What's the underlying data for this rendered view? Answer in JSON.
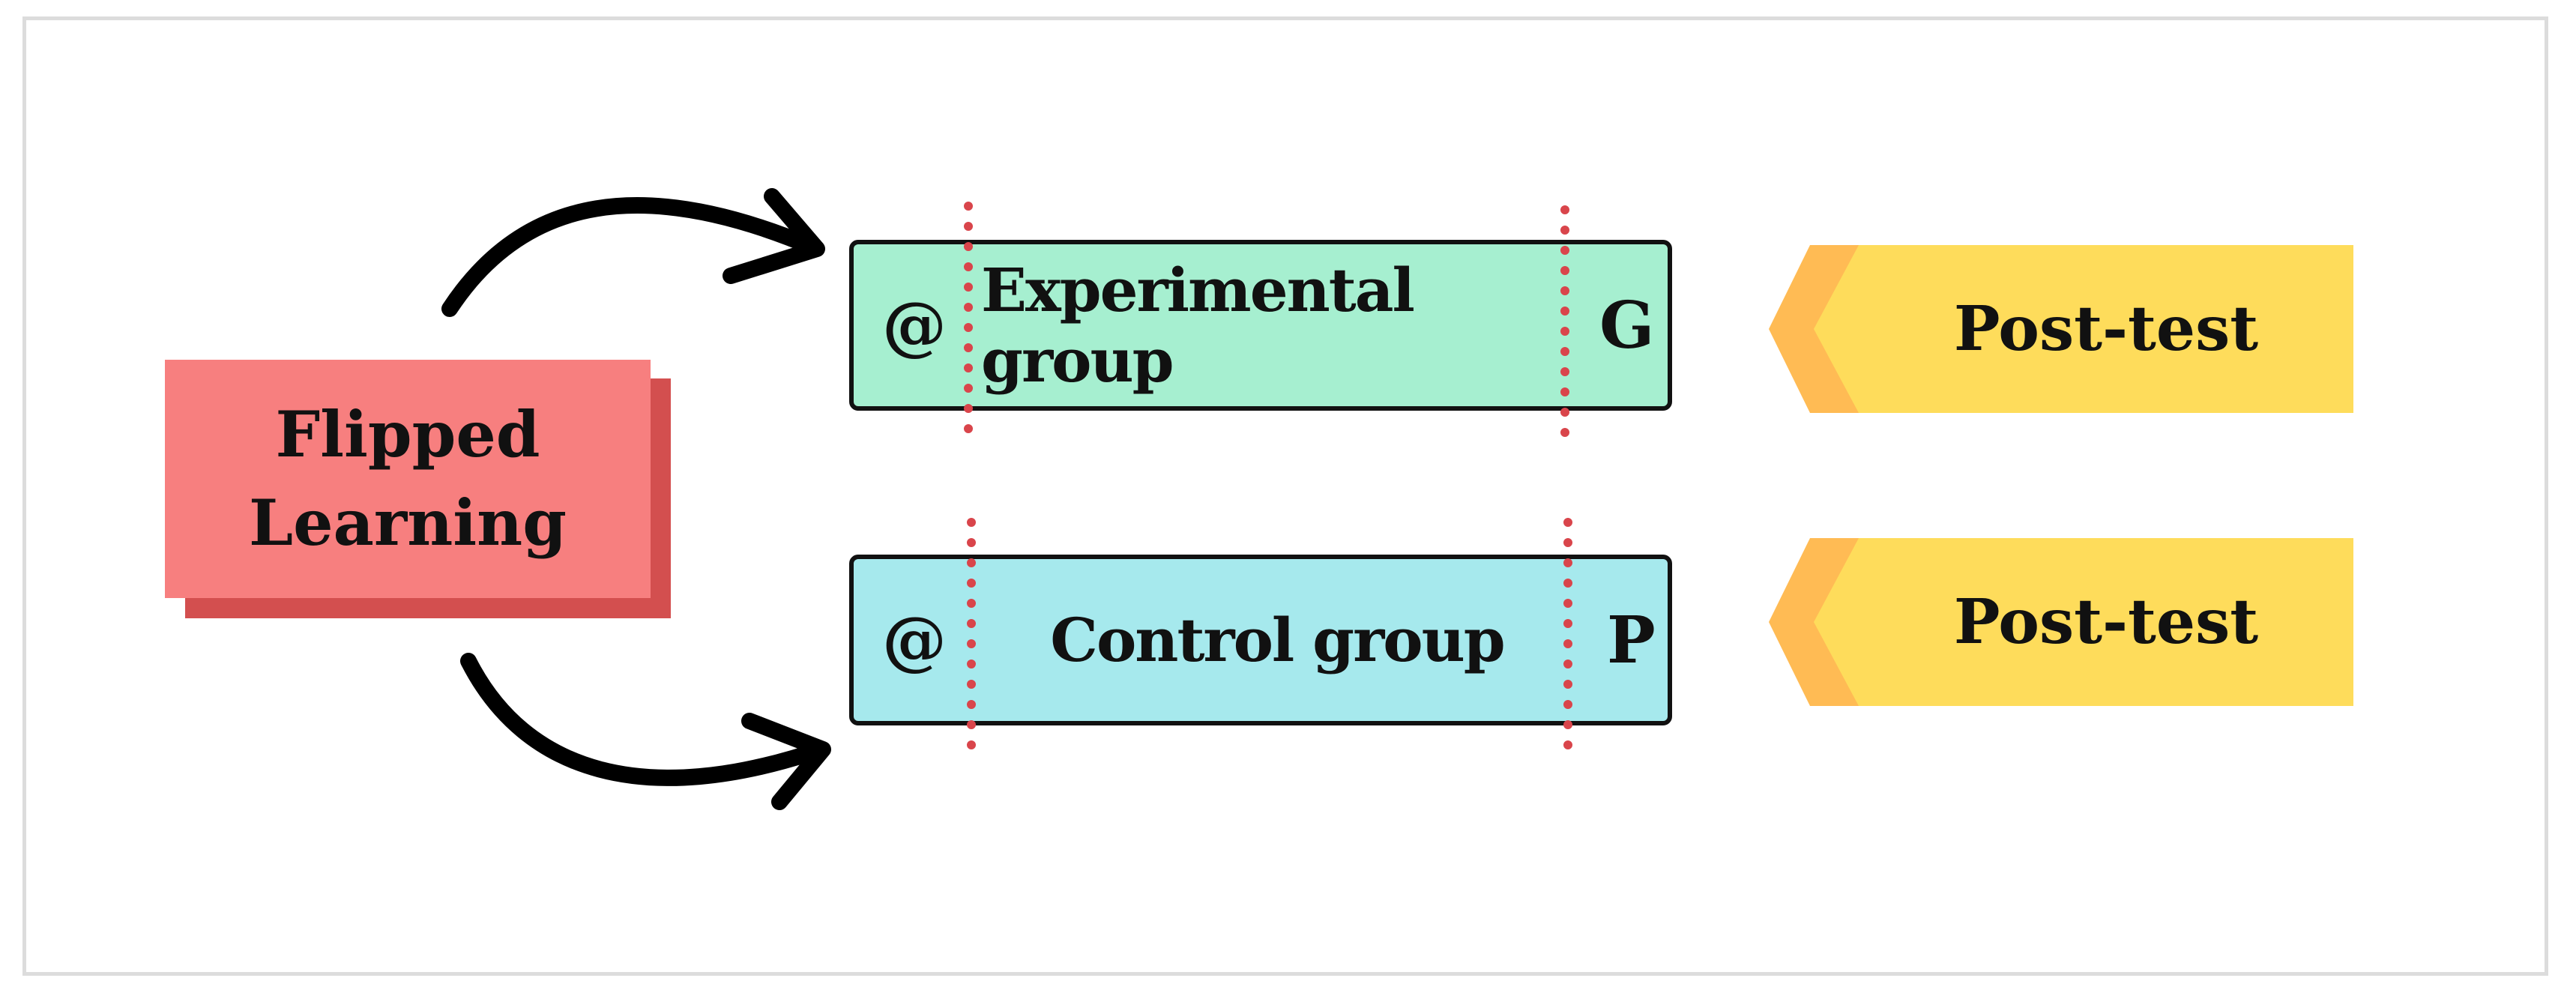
{
  "source": {
    "line1": "Flipped",
    "line2": "Learning"
  },
  "groups": [
    {
      "left_symbol": "@",
      "label": "Experimental group",
      "right_symbol": "G"
    },
    {
      "left_symbol": "@",
      "label": "Control group",
      "right_symbol": "P"
    }
  ],
  "posttests": [
    {
      "label": "Post-test"
    },
    {
      "label": "Post-test"
    }
  ],
  "colors": {
    "source_fill": "#f77f7f",
    "source_shadow": "#d34f4f",
    "experimental_fill": "#a6efd0",
    "control_fill": "#a6e9ed",
    "posttest_fill": "#fedc5b",
    "posttest_tab": "#ffbb54",
    "divider_dots": "#d9454b"
  }
}
